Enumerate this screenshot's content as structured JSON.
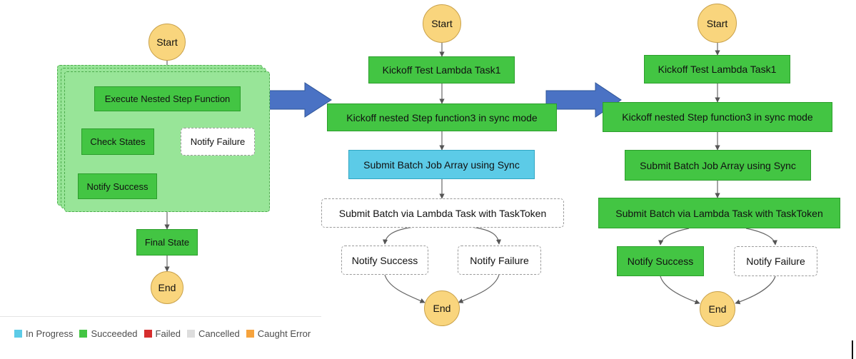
{
  "colors": {
    "in_progress": "#5ccbe7",
    "succeeded": "#43c543",
    "failed": "#d62d2d",
    "cancelled": "#dddddd",
    "caught_error": "#f6a33d",
    "start_end": "#f9d57d",
    "arrow": "#4a72c4"
  },
  "legend": [
    {
      "label": "In Progress",
      "status": "in_progress"
    },
    {
      "label": "Succeeded",
      "status": "succeeded"
    },
    {
      "label": "Failed",
      "status": "failed"
    },
    {
      "label": "Cancelled",
      "status": "cancelled"
    },
    {
      "label": "Caught Error",
      "status": "caught_error"
    }
  ],
  "diagram1": {
    "start": "Start",
    "execute": "Execute Nested Step Function",
    "check_states": "Check States",
    "notify_failure": "Notify Failure",
    "notify_success": "Notify Success",
    "final_state": "Final State",
    "end": "End"
  },
  "diagram2": {
    "start": "Start",
    "kickoff_lambda": "Kickoff Test Lambda Task1",
    "kickoff_nested": "Kickoff nested Step function3 in sync mode",
    "submit_array": "Submit Batch Job Array using Sync",
    "submit_lambda": "Submit Batch via Lambda Task with TaskToken",
    "notify_success": "Notify Success",
    "notify_failure": "Notify Failure",
    "end": "End"
  },
  "diagram3": {
    "start": "Start",
    "kickoff_lambda": "Kickoff Test Lambda Task1",
    "kickoff_nested": "Kickoff nested Step function3 in sync mode",
    "submit_array": "Submit Batch Job Array using Sync",
    "submit_lambda": "Submit Batch via Lambda Task with TaskToken",
    "notify_success": "Notify Success",
    "notify_failure": "Notify Failure",
    "end": "End"
  }
}
